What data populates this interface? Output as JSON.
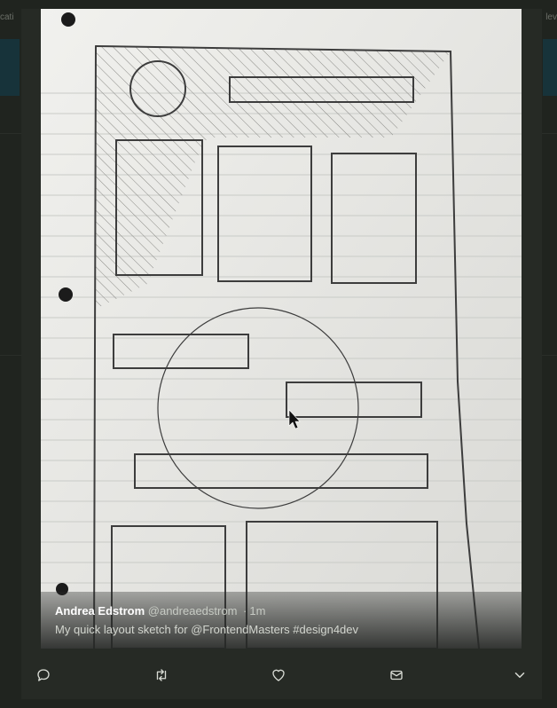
{
  "background": {
    "left_fragment": "cati",
    "right_fragment": "lev"
  },
  "tweet": {
    "author_name": "Andrea Edstrom",
    "author_handle": "@andreaedstrom",
    "time": "1m",
    "text_prefix": "My quick layout sketch for",
    "mention": "@FrontendMasters",
    "hashtag": "#design4dev"
  },
  "actions": [
    "reply-icon",
    "retweet-icon",
    "like-icon",
    "direct-message-icon",
    "more-chevron-icon"
  ],
  "colors": {
    "backdrop": "#20241f",
    "modal": "#262a25",
    "paper": "#e7e7e3",
    "pencil": "#444444",
    "icon": "#d8dbd4"
  }
}
